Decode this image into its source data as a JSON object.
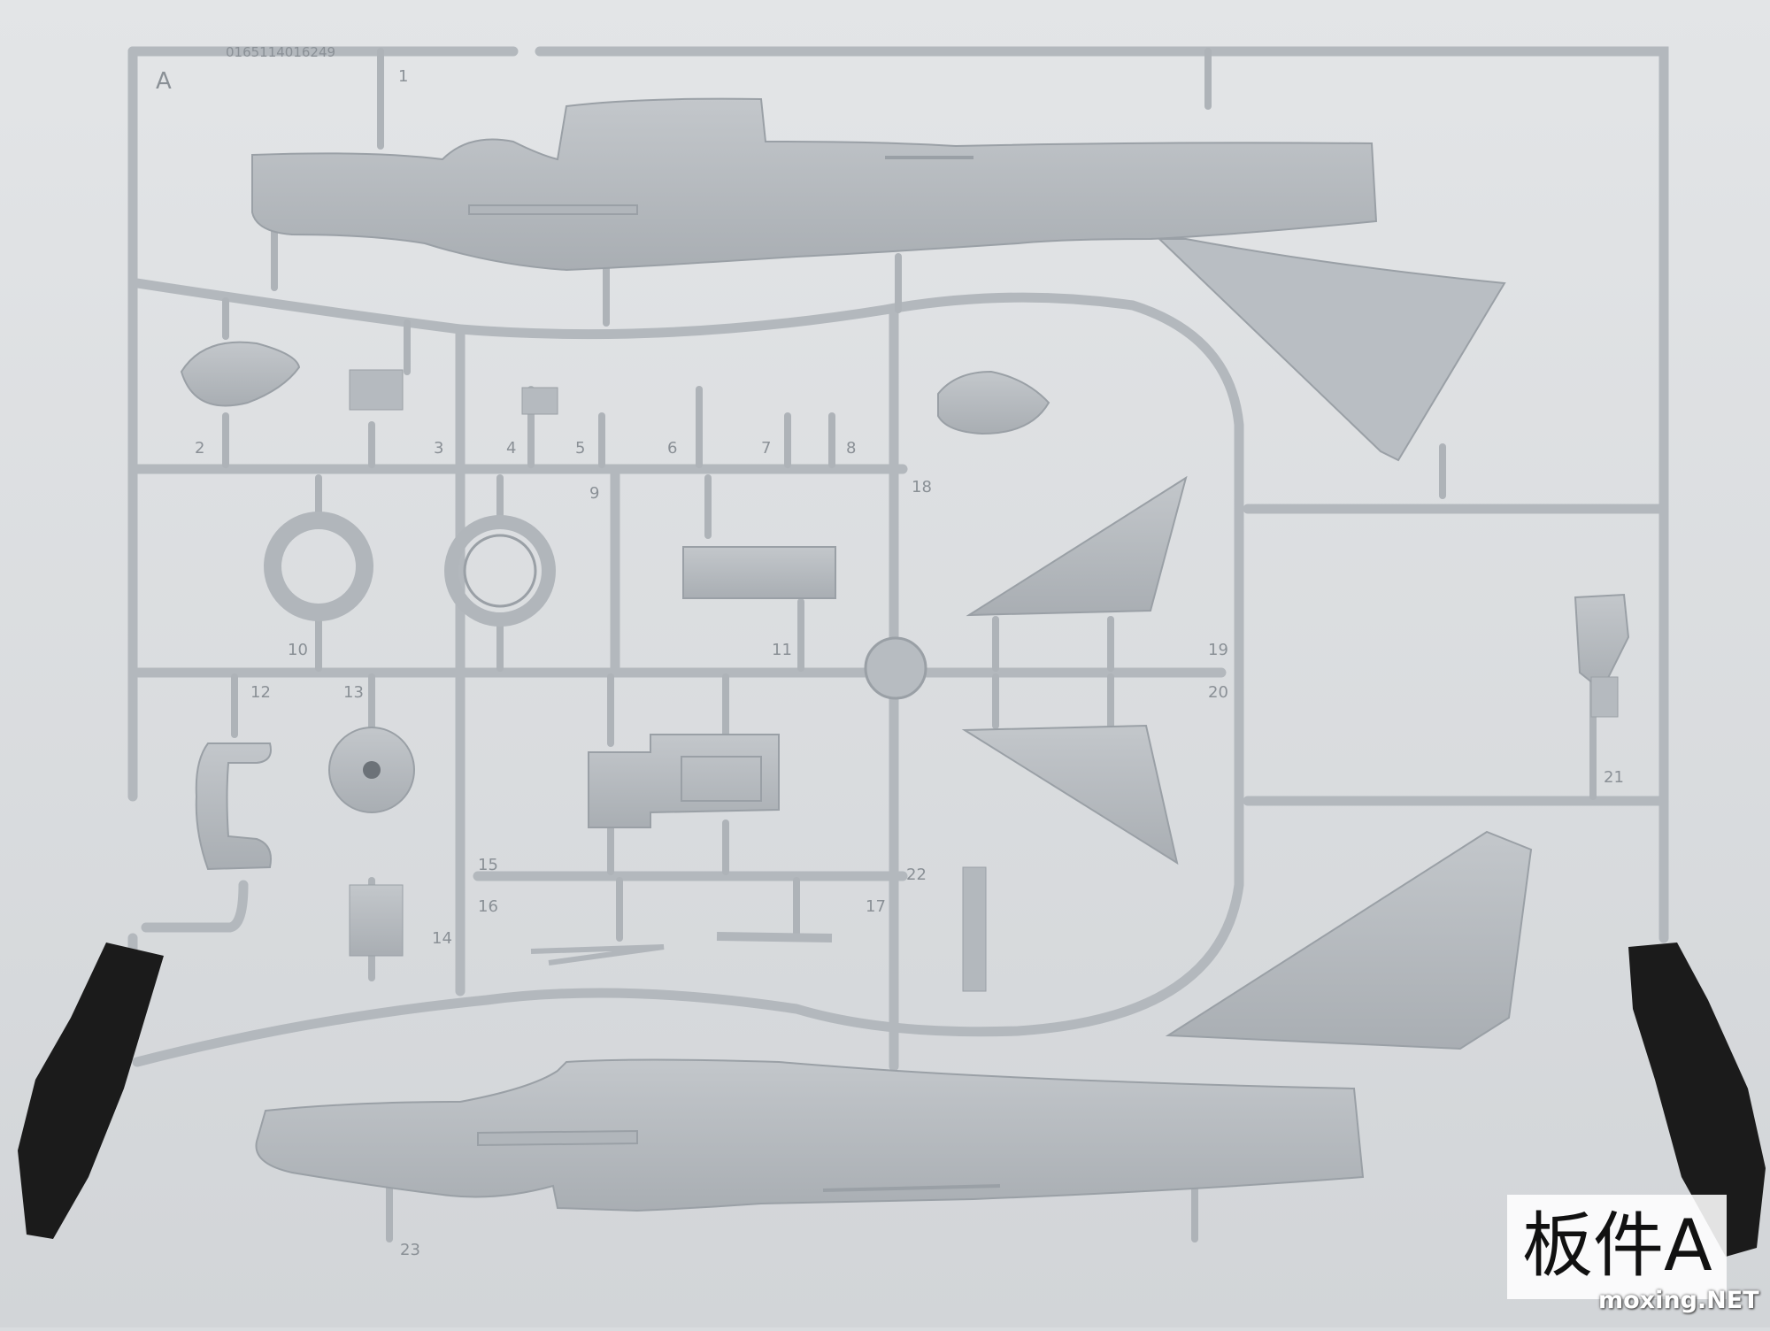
{
  "photo": {
    "subject": "plastic model kit sprue",
    "plastic_color": "#b7bcc1",
    "background_color": "#d9dcdf",
    "clamp_color": "#1a1a1a"
  },
  "sprue": {
    "code": "0165114016249",
    "letter": "A",
    "part_numbers": [
      "1",
      "2",
      "3",
      "4",
      "5",
      "6",
      "7",
      "8",
      "9",
      "10",
      "11",
      "12",
      "13",
      "14",
      "15",
      "16",
      "17",
      "18",
      "19",
      "20",
      "21",
      "22",
      "23"
    ]
  },
  "caption": {
    "label": "板件A"
  },
  "watermark": {
    "text": "moxing.NET"
  }
}
